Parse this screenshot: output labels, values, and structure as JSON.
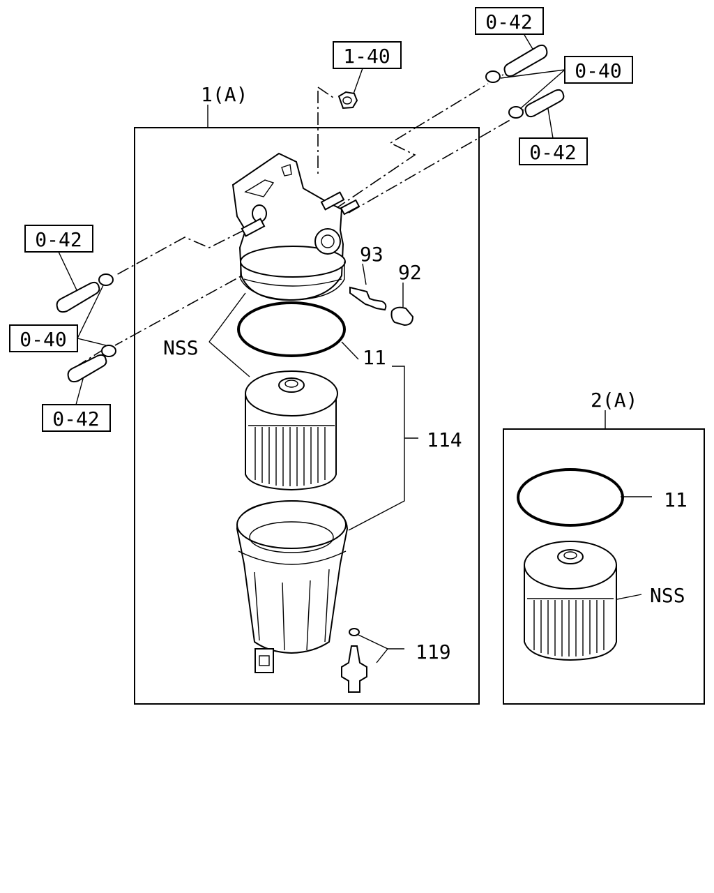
{
  "labels": {
    "ref_1_40": "1-40",
    "ref_0_42_top": "0-42",
    "ref_0_40_top": "0-40",
    "ref_0_42_right": "0-42",
    "ref_0_42_left": "0-42",
    "ref_0_40_left": "0-40",
    "ref_0_42_bottom": "0-42",
    "assy_1a": "1(A)",
    "assy_2a": "2(A)",
    "part_93": "93",
    "part_92": "92",
    "nss_main": "NSS",
    "part_11_main": "11",
    "part_114": "114",
    "part_119": "119",
    "part_11_kit": "11",
    "nss_kit": "NSS"
  }
}
